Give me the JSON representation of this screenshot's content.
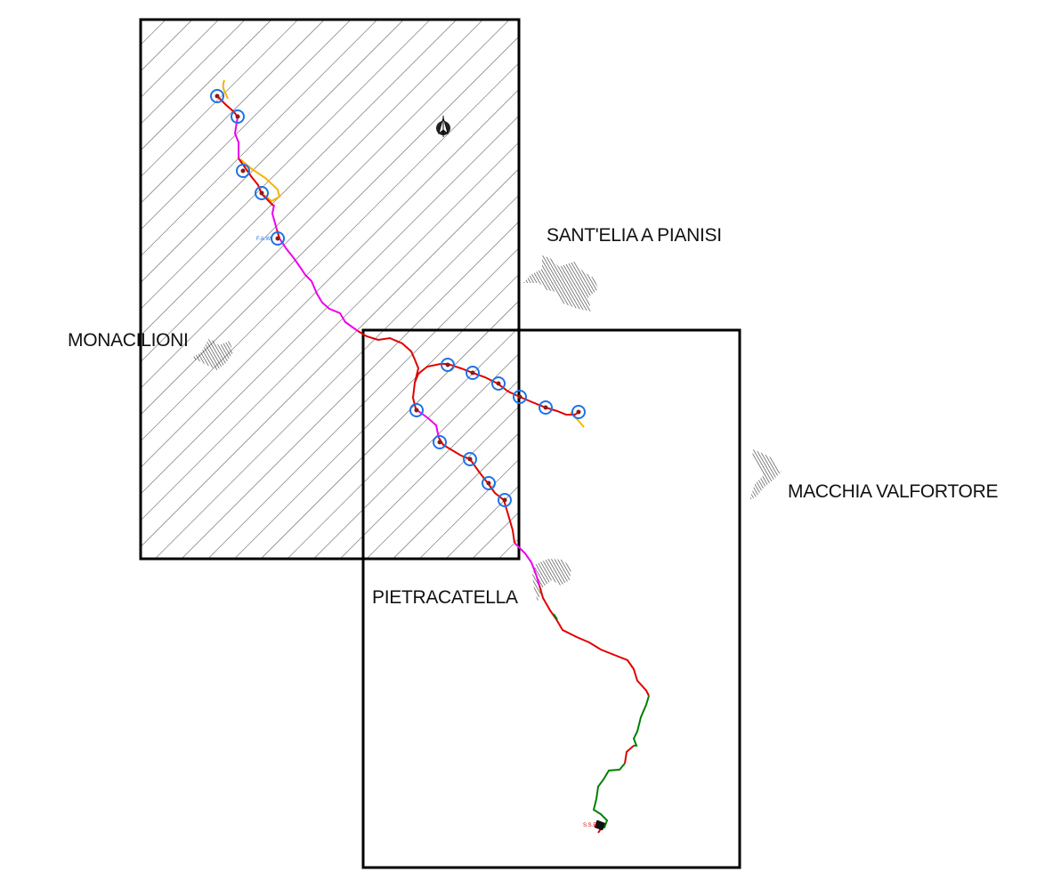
{
  "map": {
    "towns": [
      {
        "id": "monacilioni",
        "name": "MONACILIONI"
      },
      {
        "id": "santelia",
        "name": "SANT'ELIA A PIANISI"
      },
      {
        "id": "macchia",
        "name": "MACCHIA VALFORTORE"
      },
      {
        "id": "pietracatella",
        "name": "PIETRACATELLA"
      }
    ],
    "markers": {
      "start_label": "F.A.W",
      "end_label": "S.S.E"
    },
    "legend_colors": {
      "frame": "#000000",
      "hatch": "#555555",
      "route_red": "#e00000",
      "route_magenta": "#ee00ee",
      "route_orange": "#f5b400",
      "route_green": "#008000",
      "turbine_circle": "#1e73e8",
      "town_shape": "#333333"
    },
    "icons": [
      "north-arrow-icon",
      "turbine-marker-icon",
      "substation-icon"
    ]
  }
}
